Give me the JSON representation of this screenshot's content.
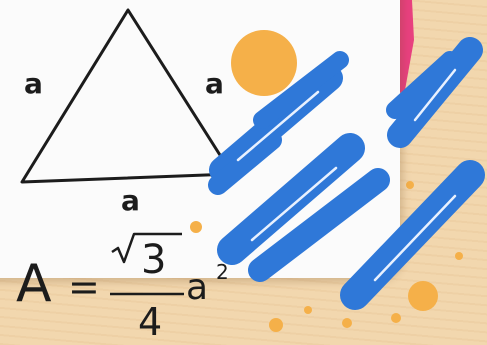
{
  "triangle": {
    "side_left": "a",
    "side_right": "a",
    "side_bottom": "a"
  },
  "formula": {
    "lhs": "A",
    "equals": "=",
    "radical": "√",
    "numerator": "3",
    "denominator": "4",
    "variable": "a",
    "exponent": "2"
  },
  "colors": {
    "background": "#f2d7ae",
    "paper": "#fbfbfb",
    "ink": "#1c1c1c",
    "accent_blue": "#2f78d8",
    "accent_orange": "#f5b049",
    "accent_pink": "#e8407f"
  }
}
